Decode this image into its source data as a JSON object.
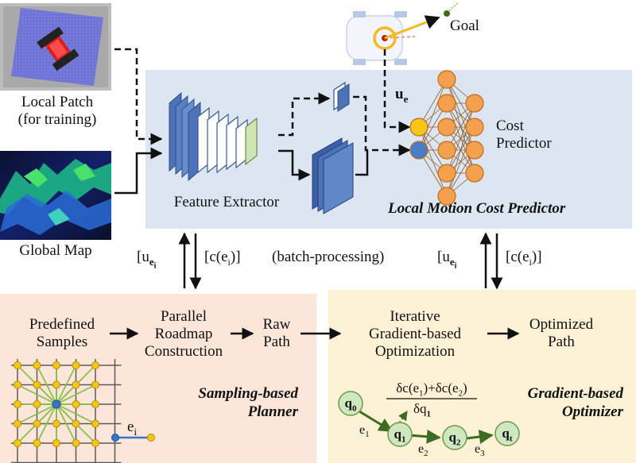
{
  "local_patch": {
    "line1": "Local Patch",
    "line2": "(for training)"
  },
  "global_map": {
    "label": "Global Map"
  },
  "feature_extractor": {
    "label": "Feature Extractor"
  },
  "cost_predictor": {
    "line1": "Cost",
    "line2": "Predictor"
  },
  "predictor_title": "Local Motion Cost Predictor",
  "goal": {
    "label": "Goal"
  },
  "ue_label": "u",
  "ue_sub": "e",
  "interface": {
    "left_request": "[u",
    "left_request_sub": "e",
    "left_request_subsub": "i",
    "left_response": "[c(e",
    "left_response_sub": "i",
    "left_response_end": ")]",
    "middle": "(batch-processing)",
    "right_request": "[u",
    "right_request_sub": "e",
    "right_request_subsub": "i",
    "right_response": "[c(e",
    "right_response_sub": "i",
    "right_response_end": ")]"
  },
  "sampling": {
    "predefined_l1": "Predefined",
    "predefined_l2": "Samples",
    "parallel_l1": "Parallel",
    "parallel_l2": "Roadmap",
    "parallel_l3": "Construction",
    "raw_l1": "Raw",
    "raw_l2": "Path",
    "title_l1": "Sampling-based",
    "title_l2": "Planner",
    "edge_label": "e",
    "edge_sub": "i"
  },
  "gradient": {
    "iter_l1": "Iterative",
    "iter_l2": "Gradient-based",
    "iter_l3": "Optimization",
    "opt_l1": "Optimized",
    "opt_l2": "Path",
    "title_l1": "Gradient-based",
    "title_l2": "Optimizer",
    "formula_num": "δc(e",
    "formula_num_sub1": "1",
    "formula_num_mid": ")+δc(e",
    "formula_num_sub2": "2",
    "formula_num_end": ")",
    "formula_den": "δq",
    "formula_den_sub": "1",
    "nodes": [
      {
        "main": "q",
        "sub": "0"
      },
      {
        "main": "q",
        "sub": "1"
      },
      {
        "main": "q",
        "sub": "2"
      },
      {
        "main": "q",
        "sub": "t"
      }
    ],
    "edges": [
      {
        "main": "e",
        "sub": "1"
      },
      {
        "main": "e",
        "sub": "2"
      },
      {
        "main": "e",
        "sub": "3"
      }
    ]
  },
  "colors": {
    "predictor_panel": "#dce6f2",
    "sampling_panel": "#fce6da",
    "optimizer_panel": "#fdf1d6",
    "neuron": "#f3a04f",
    "input_yellow": "#f5c518",
    "input_blue": "#4a7cc7",
    "node_green": "#cfe8c0",
    "grid_green": "#8bbf4a",
    "grid_node": "#f5c518"
  }
}
